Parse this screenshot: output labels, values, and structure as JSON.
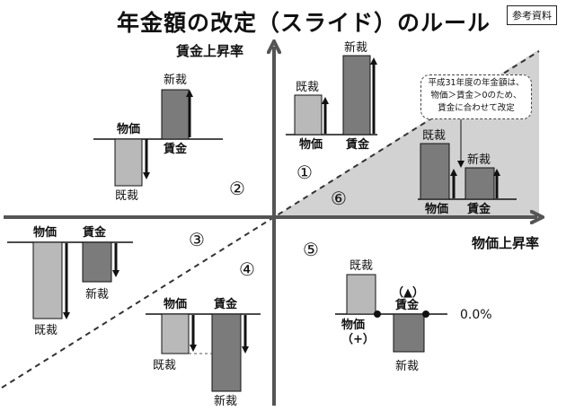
{
  "title": "年金額の改定（スライド）のルール",
  "badge": "参考資料",
  "axes": {
    "y_label": "賃金上昇率",
    "x_label": "物価上昇率"
  },
  "regions": [
    "①",
    "②",
    "③",
    "④",
    "⑤",
    "⑥"
  ],
  "labels": {
    "prices": "物価",
    "wages": "賃金",
    "existing": "既裁",
    "new": "新裁"
  },
  "case5": {
    "triangle": "（▲）",
    "plus": "（+）",
    "zero": "0.0%"
  },
  "note": {
    "lines": [
      "平成31年度の年金額は、",
      "物価＞賃金＞0のため、",
      "賃金に合わせて改定"
    ]
  },
  "colors": {
    "bar_light": "#b9b9b9",
    "bar_dark": "#7b7b7b",
    "shade": "#d2d2d2",
    "line": "#333333"
  }
}
